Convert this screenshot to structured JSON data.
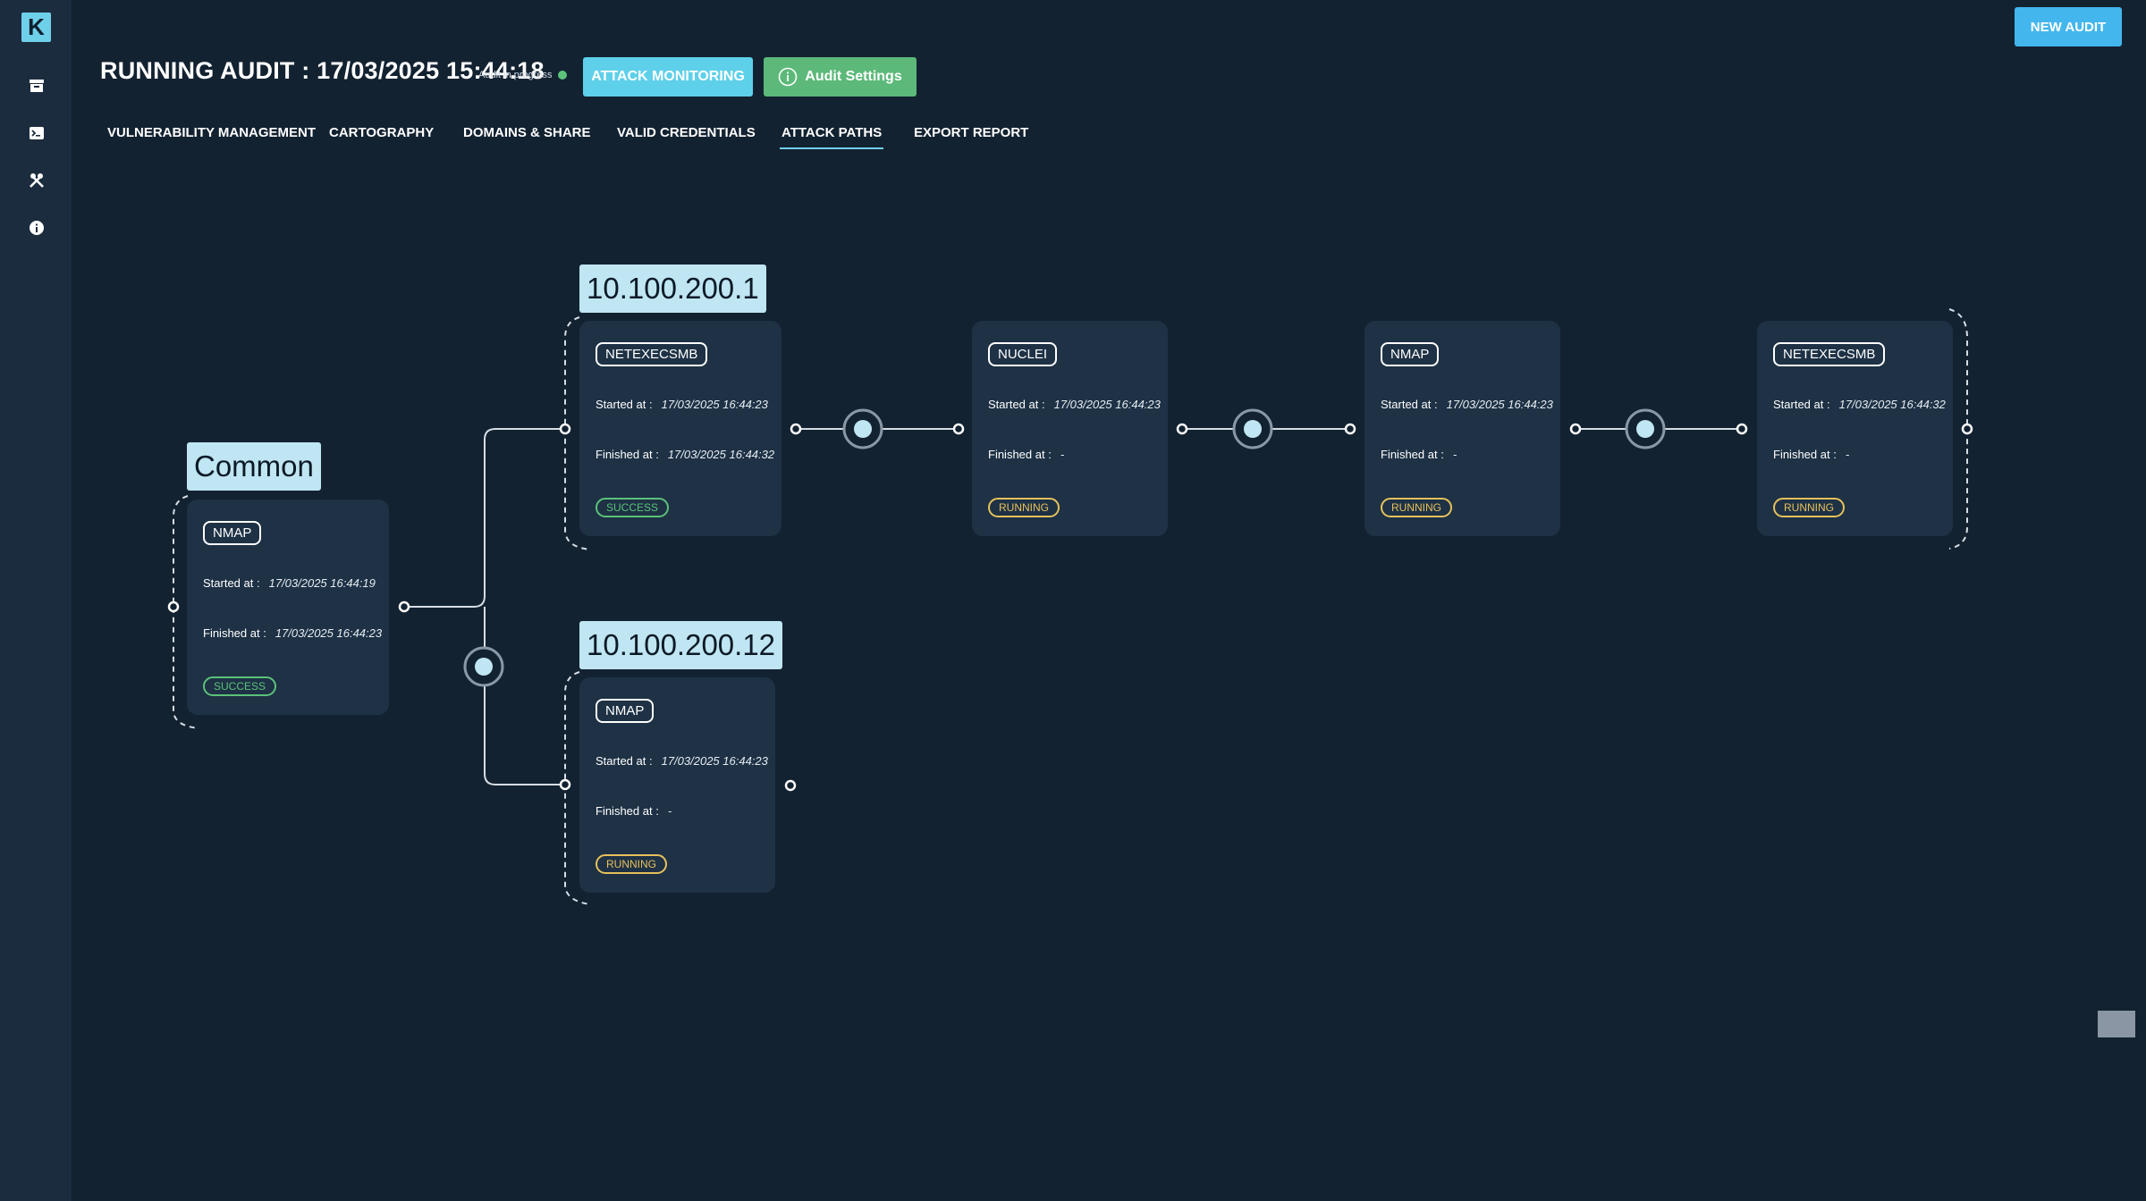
{
  "sidebar": {
    "logo": "K",
    "icons": [
      "archive-icon",
      "terminal-icon",
      "tools-icon",
      "info-icon"
    ]
  },
  "header": {
    "title": "RUNNING AUDIT : 17/03/2025 15:44:18",
    "status_text": "Audit in progress",
    "status_color": "#5bc27a",
    "attack_monitoring_label": "ATTACK MONITORING",
    "audit_settings_label": "Audit Settings",
    "new_audit_label": "NEW AUDIT"
  },
  "tabs": [
    {
      "label": "VULNERABILITY MANAGEMENT",
      "active": false
    },
    {
      "label": "CARTOGRAPHY",
      "active": false
    },
    {
      "label": "DOMAINS & SHARE",
      "active": false
    },
    {
      "label": "VALID CREDENTIALS",
      "active": false
    },
    {
      "label": "ATTACK PATHS",
      "active": true
    },
    {
      "label": "EXPORT REPORT",
      "active": false
    }
  ],
  "groups": [
    {
      "label": "Common"
    },
    {
      "label": "10.100.200.1"
    },
    {
      "label": "10.100.200.12"
    }
  ],
  "started_label": "Started at :",
  "finished_label": "Finished at :",
  "nodes": [
    {
      "tool": "NMAP",
      "started": "17/03/2025 16:44:19",
      "finished": "17/03/2025 16:44:23",
      "status": "SUCCESS"
    },
    {
      "tool": "NETEXECSMB",
      "started": "17/03/2025 16:44:23",
      "finished": "17/03/2025 16:44:32",
      "status": "SUCCESS"
    },
    {
      "tool": "NUCLEI",
      "started": "17/03/2025 16:44:23",
      "finished": "-",
      "status": "RUNNING"
    },
    {
      "tool": "NMAP",
      "started": "17/03/2025 16:44:23",
      "finished": "-",
      "status": "RUNNING"
    },
    {
      "tool": "NETEXECSMB",
      "started": "17/03/2025 16:44:32",
      "finished": "-",
      "status": "RUNNING"
    },
    {
      "tool": "NMAP",
      "started": "17/03/2025 16:44:23",
      "finished": "-",
      "status": "RUNNING"
    }
  ],
  "colors": {
    "background": "#132231",
    "sidebar": "#1b2c3e",
    "card": "#1e3145",
    "accent": "#5ed0ea",
    "settings_button": "#5cb979",
    "success": "#5bc27a",
    "running": "#e6c15c",
    "group_label": "#bfe6f2"
  }
}
